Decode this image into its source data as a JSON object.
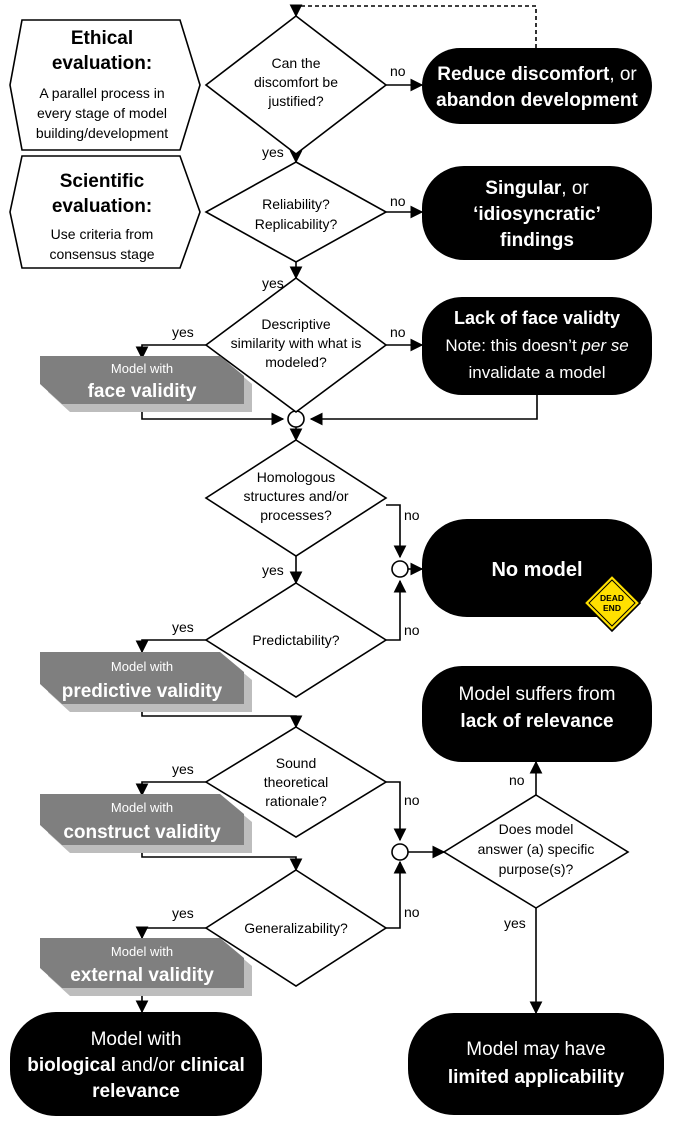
{
  "colors": {
    "terminal": "#000000",
    "validity_box": "#7f7f7f",
    "validity_shadow": "#bdbdbd",
    "line": "#000000",
    "sign": "#ffe000"
  },
  "icons": [
    "dead-end-sign-icon",
    "arrow-head-icon",
    "junction-circle-icon"
  ],
  "ethical": {
    "title1": "Ethical",
    "title2": "evaluation:",
    "desc1": "A parallel process in",
    "desc2": "every stage of model",
    "desc3": "building/development"
  },
  "scientific": {
    "title1": "Scientific",
    "title2": "evaluation:",
    "desc1": "Use criteria  from",
    "desc2": "consensus stage"
  },
  "decisions": {
    "discomfort": [
      "Can the",
      "discomfort be",
      "justified?"
    ],
    "reliability": [
      "Reliability?",
      "Replicability?"
    ],
    "similarity": [
      "Descriptive",
      "similarity with what is",
      "modeled?"
    ],
    "homologous": [
      "Homologous",
      "structures and/or",
      "processes?"
    ],
    "predictability": [
      "Predictability?"
    ],
    "theory": [
      "Sound",
      "theoretical",
      "rationale?"
    ],
    "generalizability": [
      "Generalizability?"
    ],
    "purpose": [
      "Does model",
      "answer (a) specific",
      "purpose(s)?"
    ]
  },
  "outcomes": {
    "reduce": {
      "part1": "Reduce discomfort",
      "part2": ", or",
      "line2": "abandon development"
    },
    "singular": {
      "part1": "Singular",
      "part2": ", or",
      "line2": "‘idiosyncratic’",
      "line3": "findings"
    },
    "face_lack": {
      "line1": "Lack of face validty",
      "line2": "Note: this doesn’t ",
      "line2_em": "per se",
      "line3": "invalidate a model"
    },
    "no_model": {
      "label": "No model",
      "sign1": "DEAD",
      "sign2": "END"
    },
    "relevance": {
      "line1": "Model suffers from",
      "line2": "lack of relevance"
    },
    "biological": {
      "line1": "Model with",
      "line2a": "biological",
      "line2b": " and/or ",
      "line2c": "clinical",
      "line3": "relevance"
    },
    "limited": {
      "line1": "Model may have",
      "line2": "limited applicability"
    }
  },
  "validities": {
    "face": {
      "small": "Model with",
      "big": "face validity"
    },
    "predictive": {
      "small": "Model with",
      "big": "predictive validity"
    },
    "construct": {
      "small": "Model with",
      "big": "construct validity"
    },
    "external": {
      "small": "Model with",
      "big": "external validity"
    }
  },
  "edge_labels": {
    "yes": "yes",
    "no": "no"
  }
}
